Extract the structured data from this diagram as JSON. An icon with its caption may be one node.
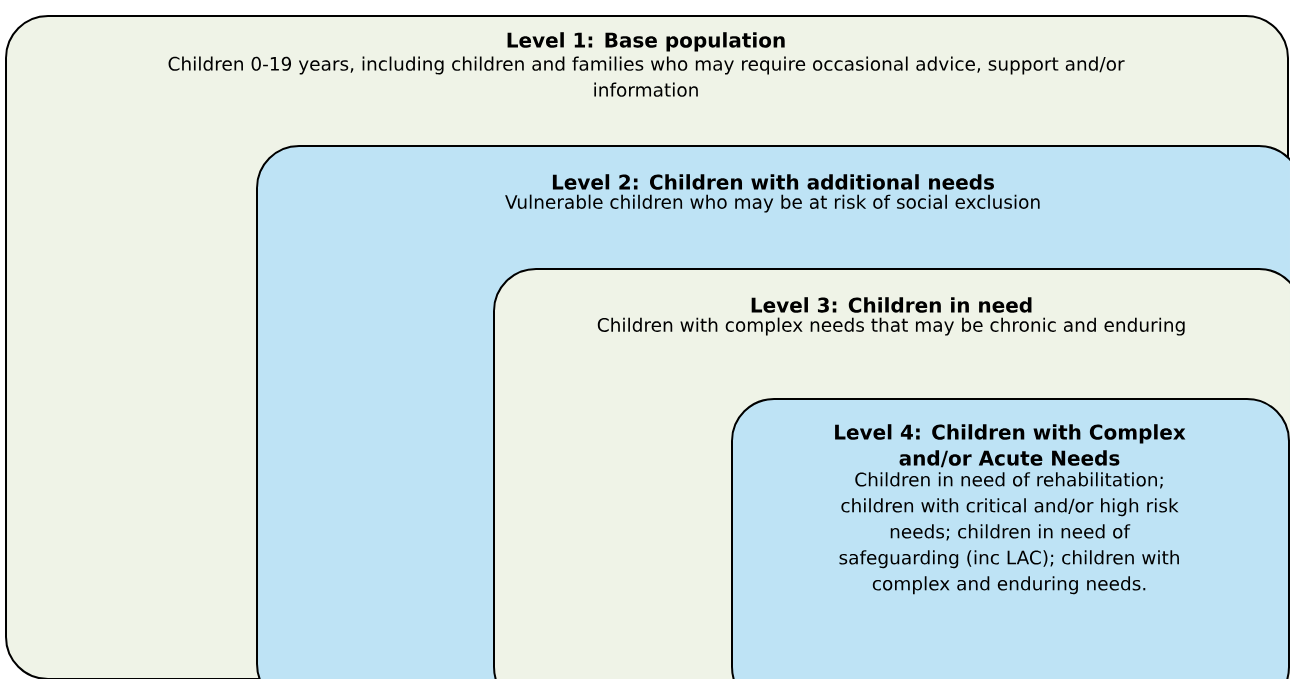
{
  "diagram": {
    "nodes": [
      {
        "text": [
          "Level 1: Base population",
          "Children 0-19 years, including children and families who may require occasional advice, support and/or information"
        ]
      },
      {
        "text": [
          "Level 2: Children with additional needs",
          "Vulnerable children who may be at risk of social exclusion"
        ],
        "in": 0
      },
      {
        "text": [
          "Level 3: Children in need",
          "Children with complex needs that may be chronic and enduring"
        ],
        "in": 1
      },
      {
        "text": [
          "Level 4: Children with Complex and/or Acute Needs",
          "Children in need of rehabilitation; children with critical and/or high risk needs; children in need of safeguarding (inc LAC); children with complex and enduring needs."
        ],
        "in": 2
      }
    ]
  }
}
